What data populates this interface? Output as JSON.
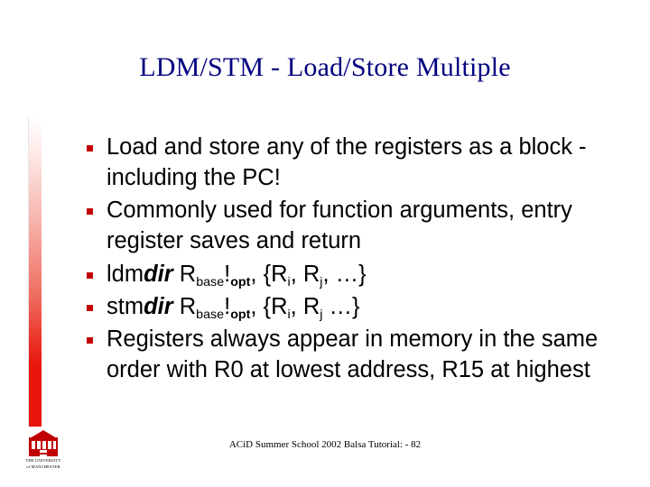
{
  "slide": {
    "title": "LDM/STM - Load/Store Multiple",
    "footer": "ACiD Summer School 2002 Balsa Tutorial: - 82",
    "accent_color": "#e8160c",
    "title_color": "#000080",
    "bullets": [
      {
        "id": "bullet-1",
        "text": "Load and store any of the registers as a block - including the PC!"
      },
      {
        "id": "bullet-2",
        "text": "Commonly used for function arguments, entry register saves and return"
      },
      {
        "id": "bullet-3",
        "prefix": "ldm",
        "italic": "dir",
        "mid": " R",
        "sub1": "base",
        "bang": "!",
        "sup": "opt",
        "tail": ", {R",
        "sub2": "i",
        "tail2": ", R",
        "sub3": "j",
        "tail3": ", …}"
      },
      {
        "id": "bullet-4",
        "prefix": "stm",
        "italic": "dir",
        "mid": " R",
        "sub1": "base",
        "bang": "!",
        "sup": "opt",
        "tail": ", {R",
        "sub2": "i",
        "tail2": ", R",
        "sub3": "j",
        "tail3": " …}"
      },
      {
        "id": "bullet-5",
        "text": "Registers always appear in memory in the same order with R0 at lowest address, R15 at highest"
      }
    ]
  },
  "logo": {
    "name": "university-crest-logo",
    "caption_line1": "THE UNIVERSITY",
    "caption_line2": "of MANCHESTER"
  }
}
